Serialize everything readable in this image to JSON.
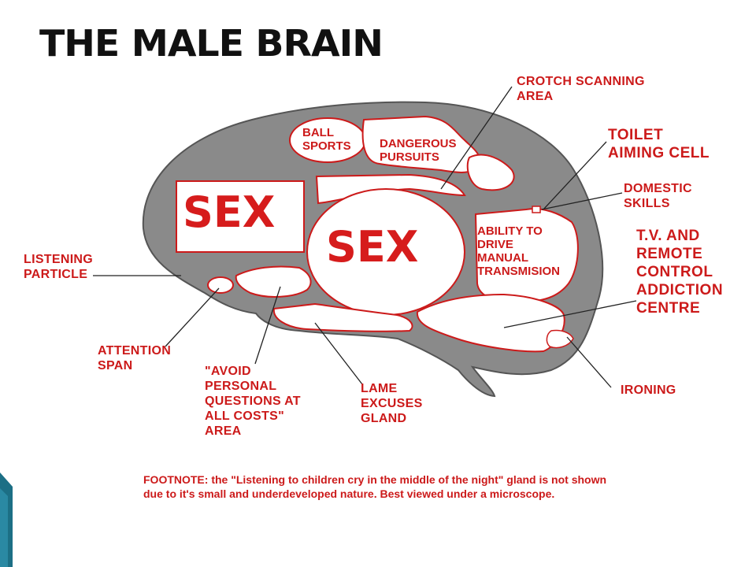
{
  "title": "THE MALE BRAIN",
  "regions": {
    "ball_sports": "BALL\nSPORTS",
    "dangerous_pursuits": "DANGEROUS\nPURSUITS",
    "sex_box": "SEX",
    "sex_center": "SEX",
    "ability_to_drive": "ABILITY TO\nDRIVE\nMANUAL\nTRANSMISION"
  },
  "labels": {
    "crotch_scanning": "CROTCH SCANNING\nAREA",
    "toilet_aiming": "TOILET\nAIMING CELL",
    "domestic_skills": "DOMESTIC\nSKILLS",
    "tv_remote": "T.V. AND\nREMOTE\nCONTROL\nADDICTION\nCENTRE",
    "listening_particle": "LISTENING\nPARTICLE",
    "attention_span": "ATTENTION\nSPAN",
    "avoid_personal": "\"AVOID\nPERSONAL\nQUESTIONS AT\nALL COSTS\"\nAREA",
    "lame_excuses": "LAME\nEXCUSES\nGLAND",
    "ironing": "IRONING"
  },
  "footnote": {
    "line1": "FOOTNOTE: the \"Listening to children cry in the middle of the night\" gland is not shown",
    "line2": "due to it's small and underdeveloped nature.  Best viewed under a microscope."
  },
  "colors": {
    "brain_fill": "#8a8a8a",
    "label_red": "#cc1a1a",
    "accent_teal": "#1c6f85"
  }
}
